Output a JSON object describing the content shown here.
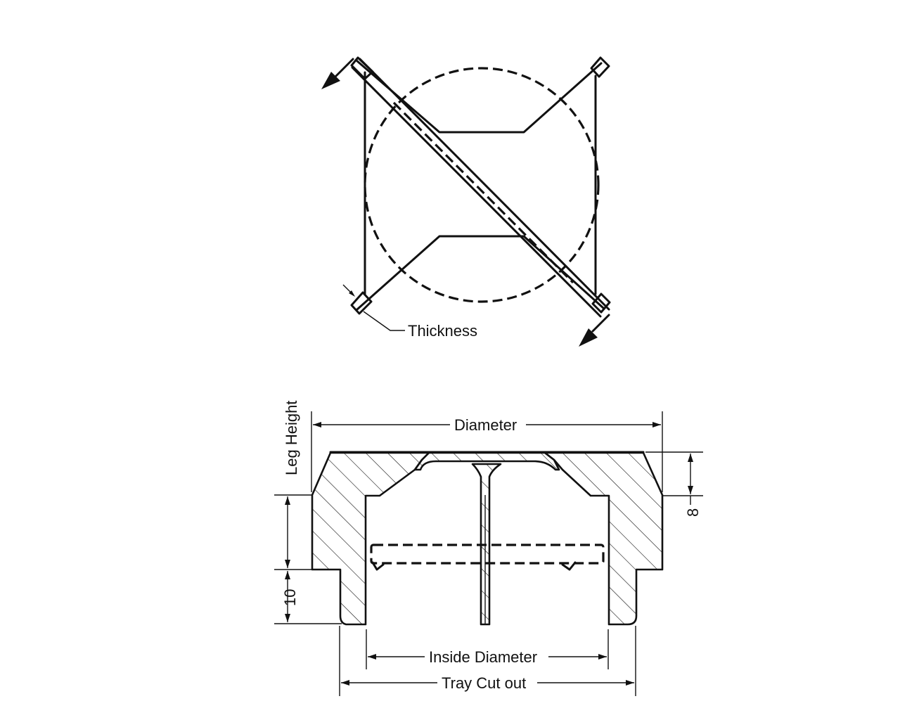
{
  "labels": {
    "thickness": "Thickness",
    "diameter": "Diameter",
    "leg_height": "Leg Height",
    "dim_8": "8",
    "dim_10": "10",
    "inside_diameter": "Inside Diameter",
    "tray_cut_out": "Tray Cut out"
  },
  "colors": {
    "line": "#111111",
    "background": "#ffffff"
  }
}
